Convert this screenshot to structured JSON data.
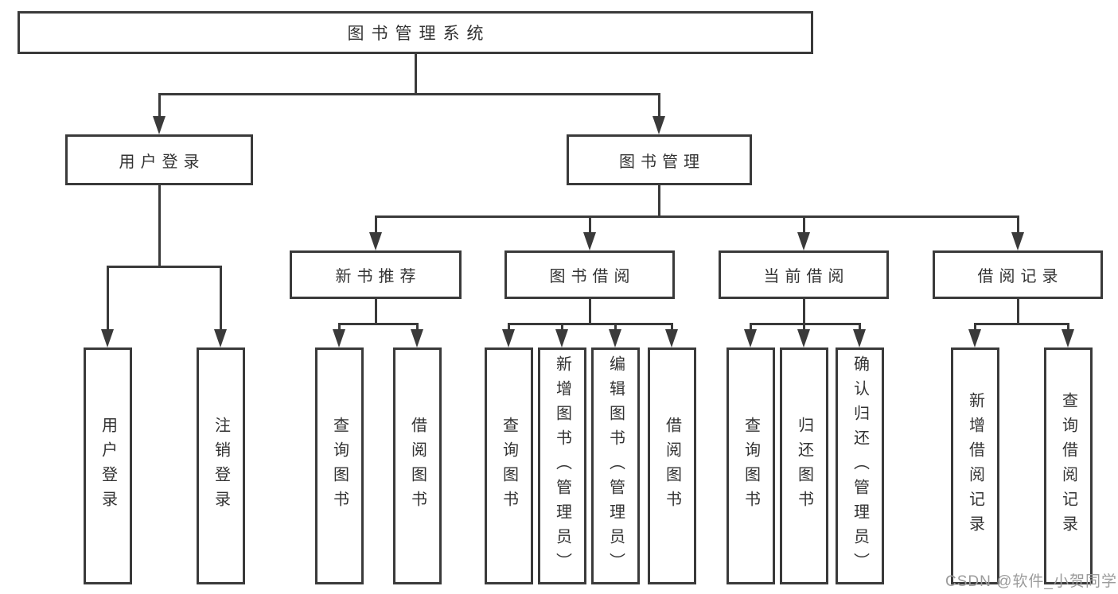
{
  "diagram": {
    "root": {
      "label": "图书管理系统"
    },
    "level2": [
      {
        "label": "用户登录",
        "parent": "图书管理系统"
      },
      {
        "label": "图书管理",
        "parent": "图书管理系统"
      }
    ],
    "level3": [
      {
        "label": "新书推荐",
        "parent": "图书管理"
      },
      {
        "label": "图书借阅",
        "parent": "图书管理"
      },
      {
        "label": "当前借阅",
        "parent": "图书管理"
      },
      {
        "label": "借阅记录",
        "parent": "图书管理"
      }
    ],
    "leaves": [
      {
        "label": "用户登录",
        "parent": "用户登录"
      },
      {
        "label": "注销登录",
        "parent": "用户登录"
      },
      {
        "label": "查询图书",
        "parent": "新书推荐"
      },
      {
        "label": "借阅图书",
        "parent": "新书推荐"
      },
      {
        "label": "查询图书",
        "parent": "图书借阅"
      },
      {
        "label": "新增图书（管理员）",
        "parent": "图书借阅"
      },
      {
        "label": "编辑图书（管理员）",
        "parent": "图书借阅"
      },
      {
        "label": "借阅图书",
        "parent": "图书借阅"
      },
      {
        "label": "查询图书",
        "parent": "当前借阅"
      },
      {
        "label": "归还图书",
        "parent": "当前借阅"
      },
      {
        "label": "确认归还（管理员）",
        "parent": "当前借阅"
      },
      {
        "label": "新增借阅记录",
        "parent": "借阅记录"
      },
      {
        "label": "查询借阅记录",
        "parent": "借阅记录"
      }
    ],
    "watermark": "CSDN @软件_小贺同学",
    "colors": {
      "line": "#3a3a3a",
      "text": "#333333",
      "watermark": "#9b9b9b",
      "background": "#ffffff"
    }
  }
}
